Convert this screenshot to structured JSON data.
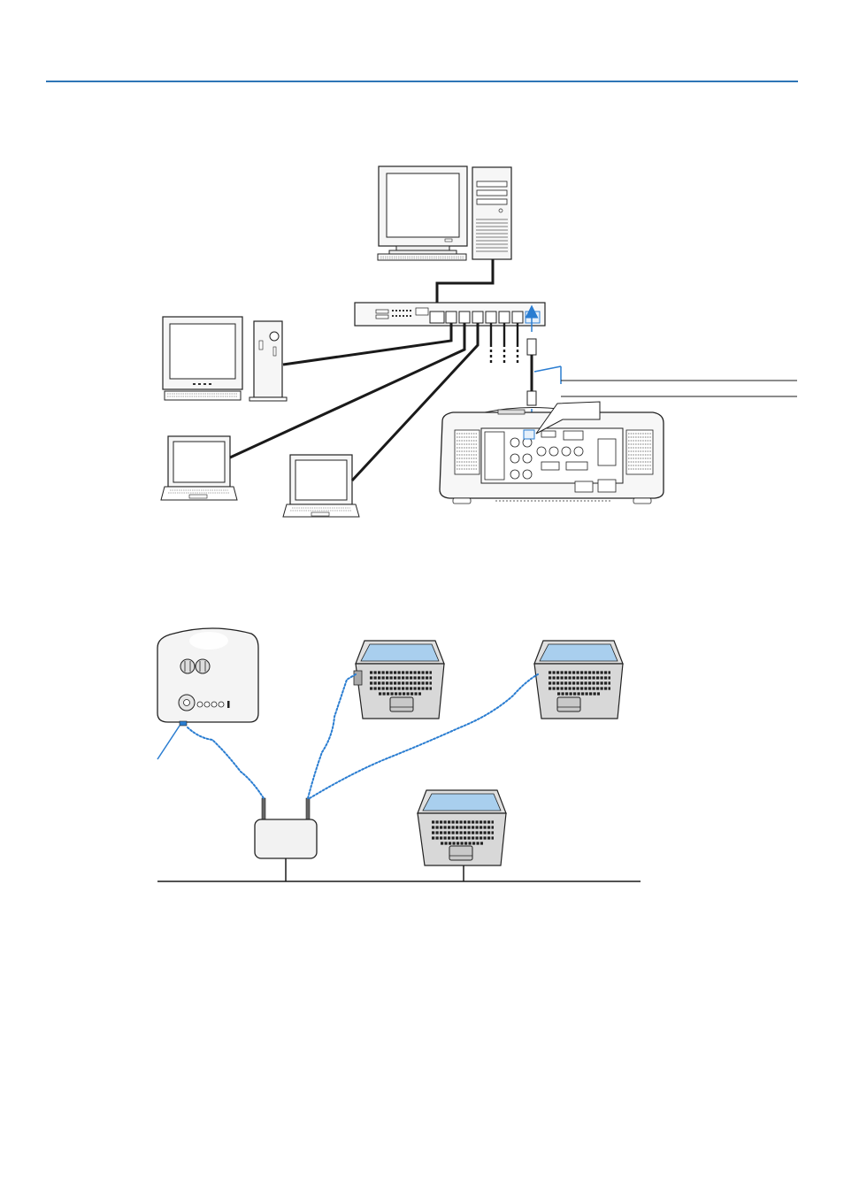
{
  "colors": {
    "accent_rule": "#2e75b6",
    "cable": "#1a1a1a",
    "arrow": "#2a7dd1",
    "wireless_link": "#2a7dd1",
    "screen": "#a9cfee",
    "device_body": "#f4f4f4",
    "outline": "#222222"
  },
  "diagrams": {
    "wired": {
      "devices": [
        {
          "name": "desktop-pc-with-tower",
          "icon": "desktop-computer-icon"
        },
        {
          "name": "hub",
          "icon": "network-hub-icon"
        },
        {
          "name": "desktop-pc-small-tower",
          "icon": "desktop-computer-icon"
        },
        {
          "name": "laptop-left",
          "icon": "laptop-icon"
        },
        {
          "name": "laptop-middle",
          "icon": "laptop-icon"
        },
        {
          "name": "projector",
          "icon": "projector-icon"
        }
      ],
      "callouts": [
        "lan-cable-leader",
        "lan-port-callout"
      ]
    },
    "wireless": {
      "devices": [
        {
          "name": "projector-front",
          "icon": "projector-icon"
        },
        {
          "name": "laptop-with-usb-adapter",
          "icon": "laptop-icon"
        },
        {
          "name": "laptop-right",
          "icon": "laptop-icon"
        },
        {
          "name": "laptop-wired",
          "icon": "laptop-icon"
        },
        {
          "name": "access-point",
          "icon": "wireless-router-icon"
        }
      ],
      "links": [
        "wireless-link-projector",
        "wireless-link-laptop-1",
        "wireless-link-laptop-2"
      ]
    }
  }
}
